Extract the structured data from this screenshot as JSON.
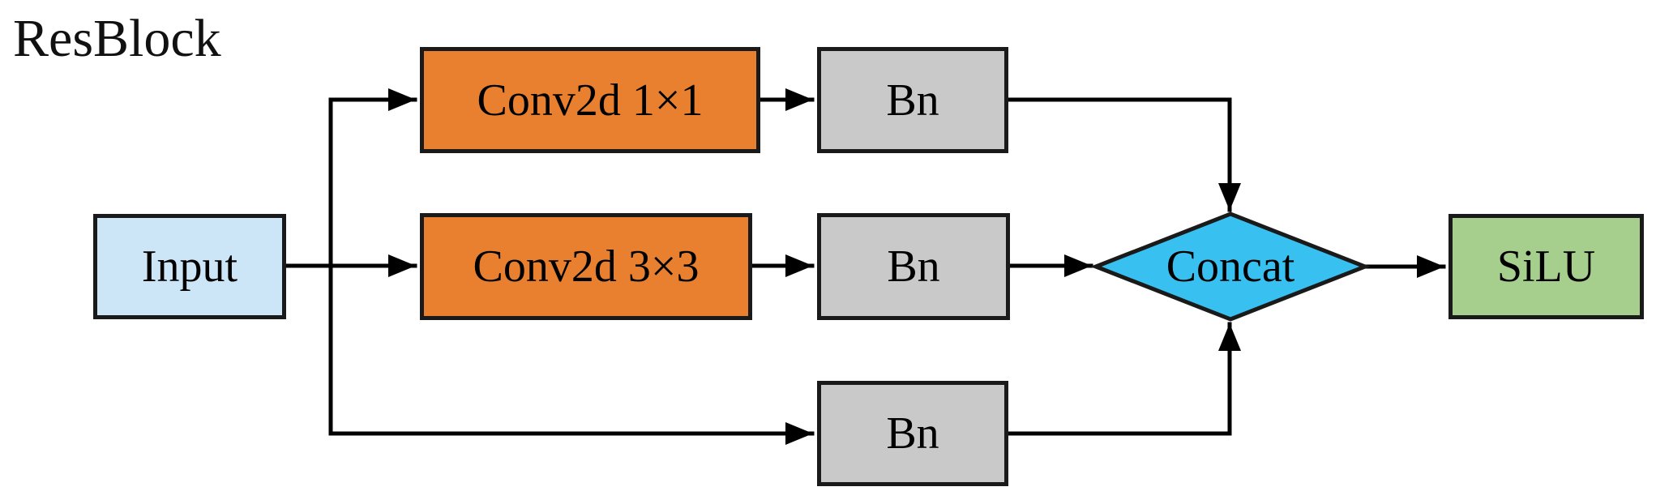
{
  "diagram": {
    "title": "ResBlock",
    "nodes": {
      "input": {
        "label": "Input",
        "shape": "rect",
        "fill": "#CDE6F7"
      },
      "conv1x1": {
        "label": "Conv2d 1×1",
        "shape": "rect",
        "fill": "#E8802F"
      },
      "conv3x3": {
        "label": "Conv2d 3×3",
        "shape": "rect",
        "fill": "#E8802F"
      },
      "bn_top": {
        "label": "Bn",
        "shape": "rect",
        "fill": "#C9C9C9"
      },
      "bn_middle": {
        "label": "Bn",
        "shape": "rect",
        "fill": "#C9C9C9"
      },
      "bn_bottom": {
        "label": "Bn",
        "shape": "rect",
        "fill": "#C9C9C9"
      },
      "concat": {
        "label": "Concat",
        "shape": "diamond",
        "fill": "#38C1F0"
      },
      "silu": {
        "label": "SiLU",
        "shape": "rect",
        "fill": "#A6CF8D"
      }
    },
    "edges": [
      {
        "from": "input",
        "to": "conv1x1"
      },
      {
        "from": "input",
        "to": "conv3x3"
      },
      {
        "from": "input",
        "to": "bn_bottom"
      },
      {
        "from": "conv1x1",
        "to": "bn_top"
      },
      {
        "from": "conv3x3",
        "to": "bn_middle"
      },
      {
        "from": "bn_top",
        "to": "concat"
      },
      {
        "from": "bn_middle",
        "to": "concat"
      },
      {
        "from": "bn_bottom",
        "to": "concat"
      },
      {
        "from": "concat",
        "to": "silu"
      }
    ],
    "colors": {
      "line": "#000000",
      "node_border": "#1a1a1a",
      "background": "#ffffff",
      "orange": "#E8802F",
      "light_blue": "#CDE6F7",
      "gray": "#C9C9C9",
      "cyan": "#38C1F0",
      "green": "#A6CF8D"
    }
  }
}
